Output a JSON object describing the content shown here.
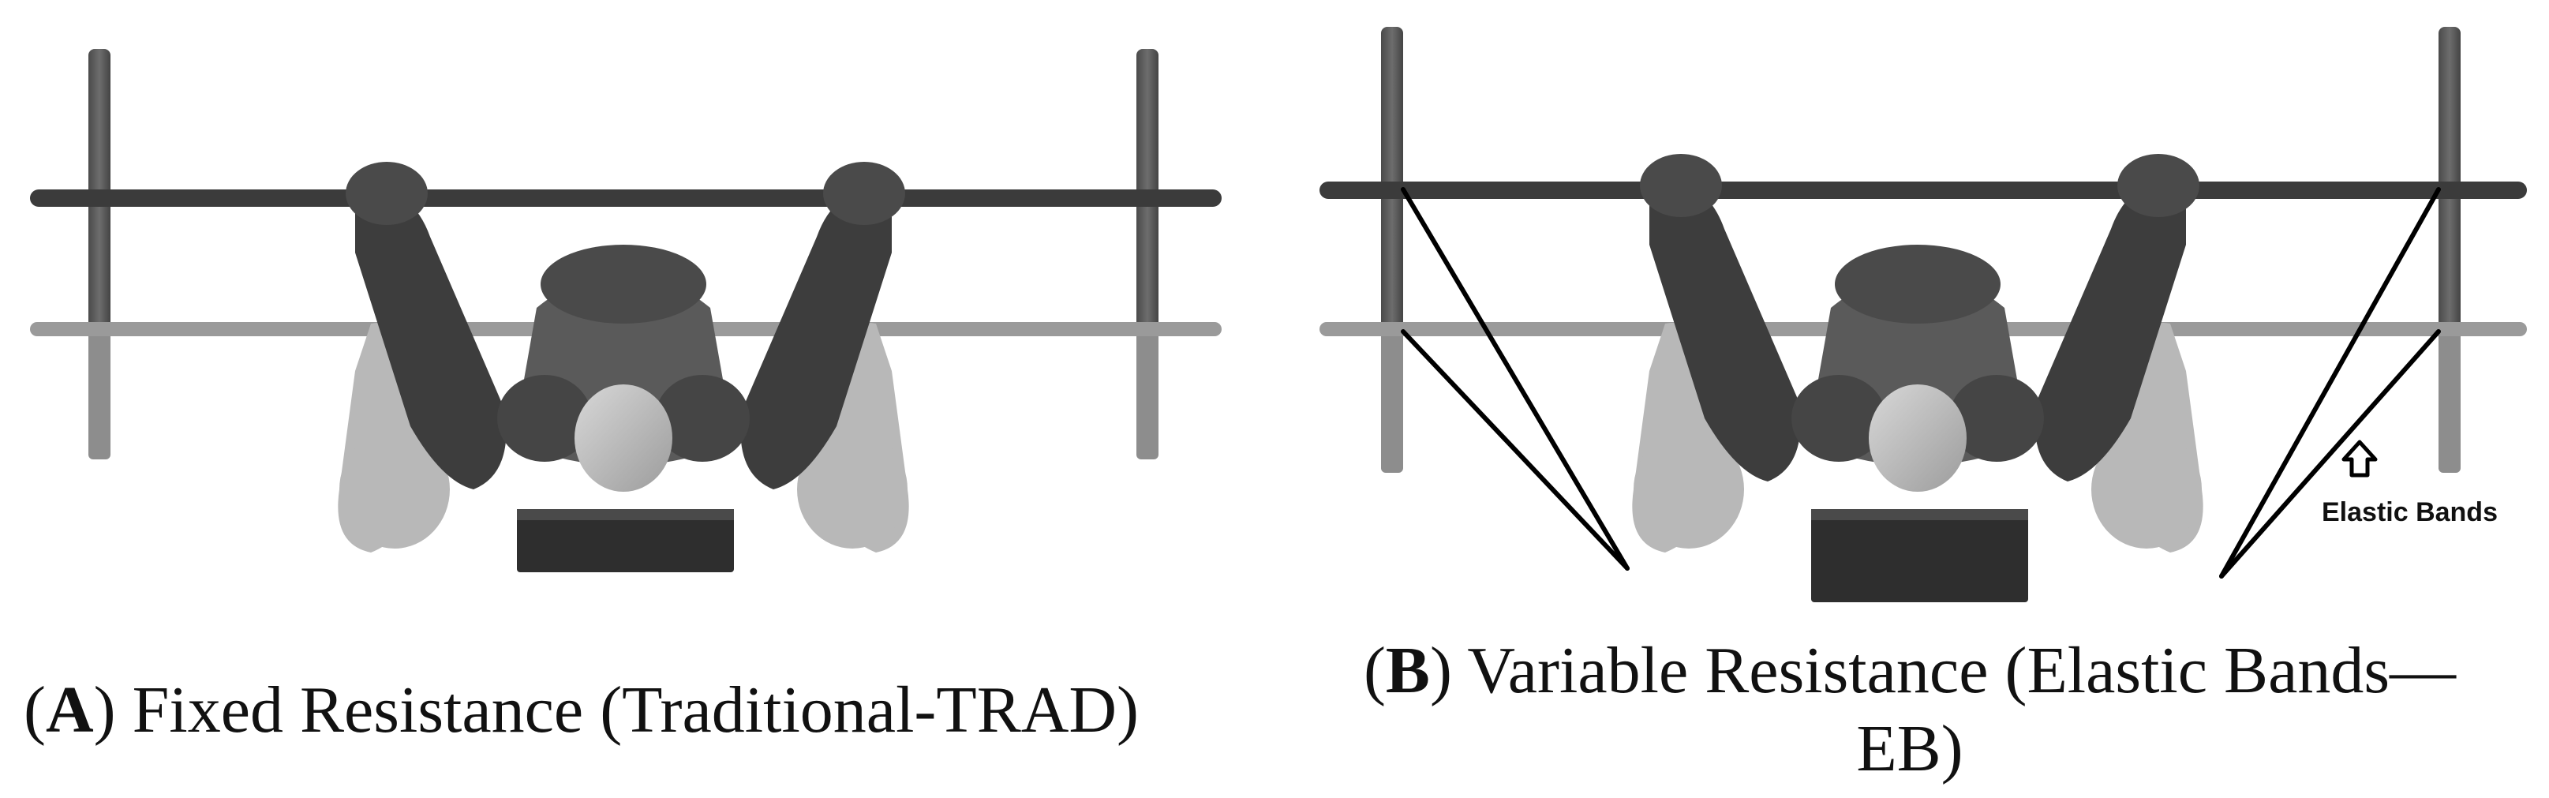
{
  "panels": [
    {
      "id": "A",
      "letter": "A",
      "caption_text": "Fixed Resistance (Traditional-TRAD)",
      "has_elastic_bands": false
    },
    {
      "id": "B",
      "letter": "B",
      "caption_text": "Variable Resistance (Elastic Bands—EB)",
      "has_elastic_bands": true,
      "band_label": "Elastic Bands",
      "band_label_icon": "up-arrow-icon"
    }
  ],
  "colors": {
    "bar_top": "#3b3b3b",
    "bar_bottom": "#9a9a9a",
    "rack_post": "#555555",
    "rack_post_light": "#8a8a8a",
    "bench": "#2e2e2e",
    "body_dark": "#3a3a3a",
    "body_mid": "#6a6a6a",
    "body_light": "#b5b5b5",
    "head": "#c9c9c9",
    "band": "#000000"
  }
}
